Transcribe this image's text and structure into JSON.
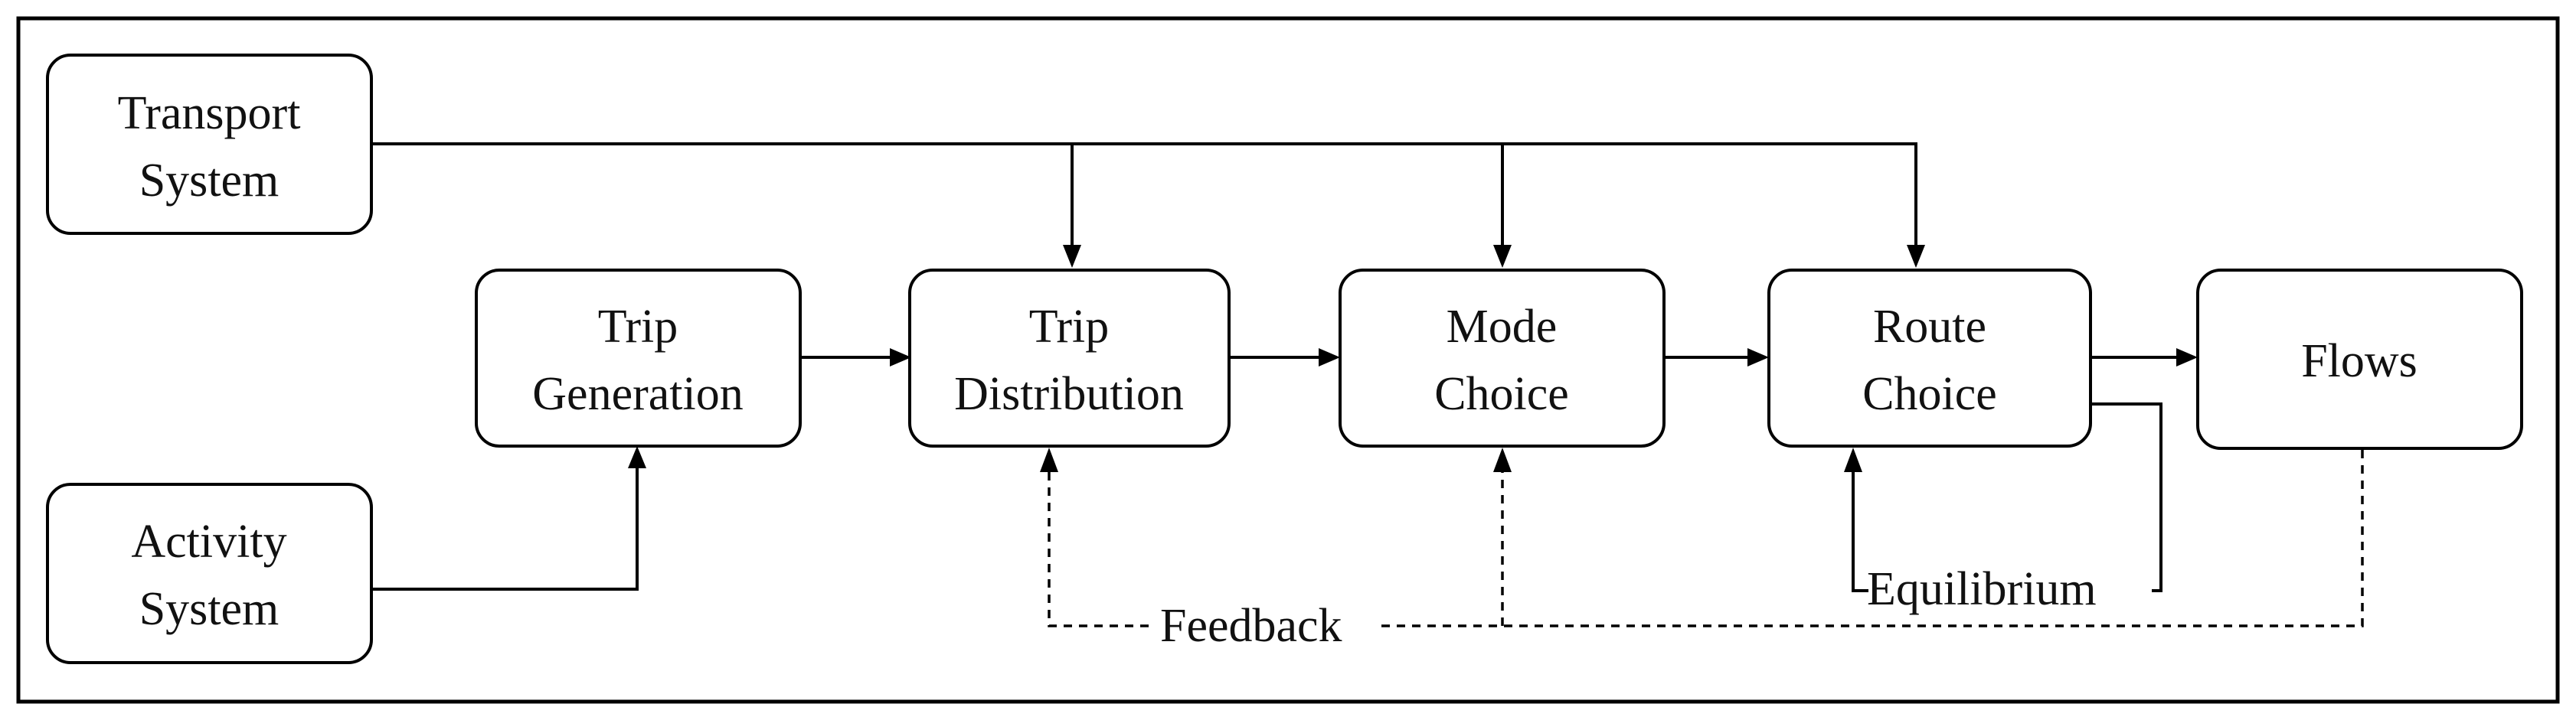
{
  "boxes": {
    "transport_system": {
      "line1": "Transport",
      "line2": "System"
    },
    "activity_system": {
      "line1": "Activity",
      "line2": "System"
    },
    "trip_generation": {
      "line1": "Trip",
      "line2": "Generation"
    },
    "trip_distribution": {
      "line1": "Trip",
      "line2": "Distribution"
    },
    "mode_choice": {
      "line1": "Mode",
      "line2": "Choice"
    },
    "route_choice": {
      "line1": "Route",
      "line2": "Choice"
    },
    "flows": {
      "line1": "Flows"
    }
  },
  "labels": {
    "feedback": "Feedback",
    "equilibrium": "Equilibrium"
  },
  "colors": {
    "stroke": "#000000",
    "fill": "#ffffff",
    "text": "#111111"
  }
}
